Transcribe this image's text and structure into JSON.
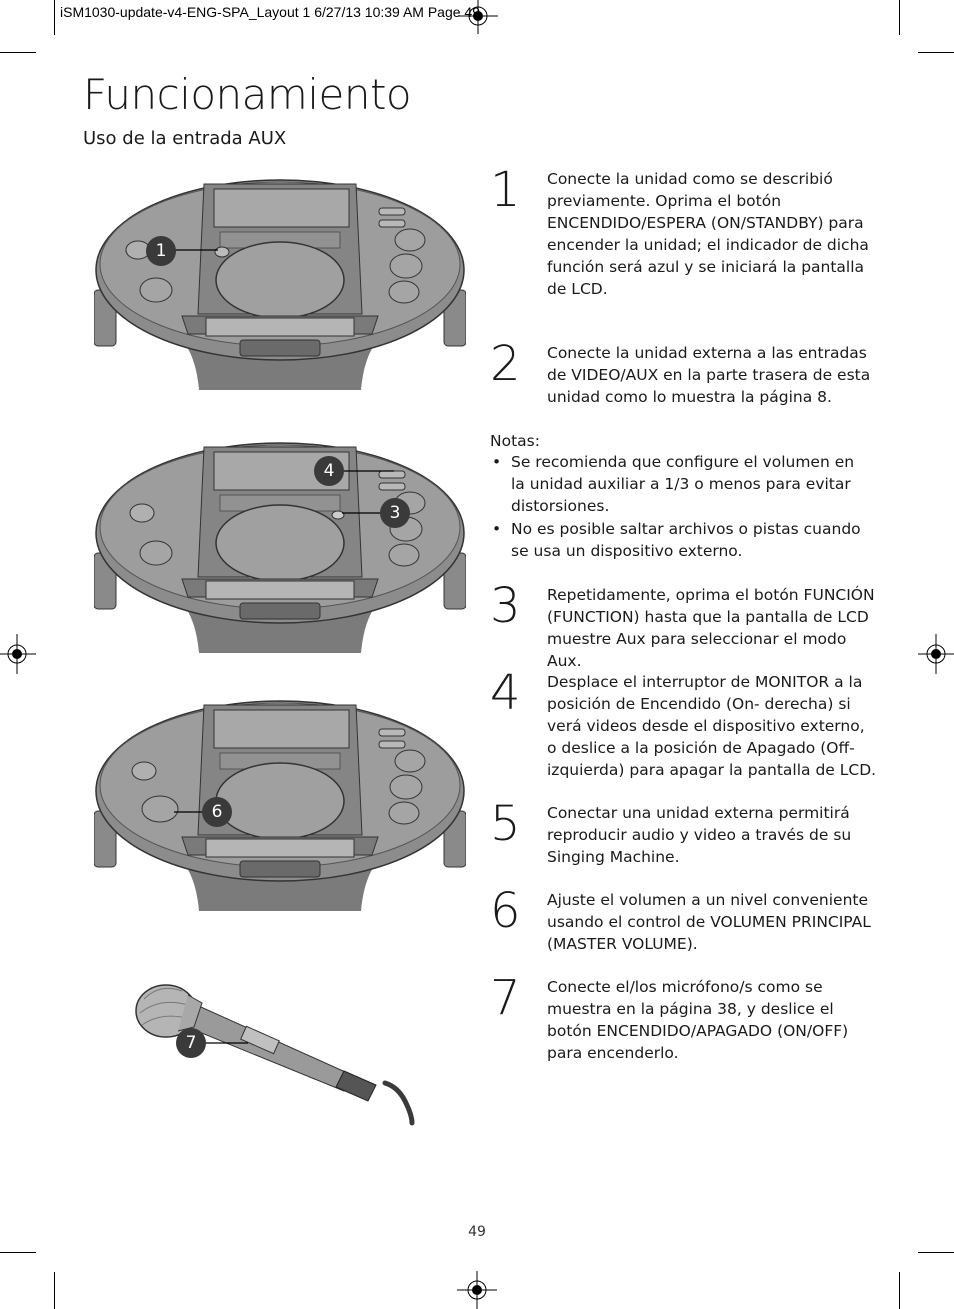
{
  "slug_line": "iSM1030-update-v4-ENG-SPA_Layout 1  6/27/13  10:39 AM  Page 49",
  "page": {
    "title": "Funcionamiento",
    "subtitle": "Uso de la entrada AUX",
    "page_number": "49"
  },
  "steps": [
    {
      "num": "1",
      "text": "Conecte la unidad como se describió previamente. Oprima el botón ENCENDIDO/ESPERA (ON/STANDBY) para encender la unidad; el indicador de dicha función será azul y se iniciará la pantalla de LCD."
    },
    {
      "num": "2",
      "text": "Conecte la unidad externa a las entradas de VIDEO/AUX en la parte trasera de esta unidad como lo muestra la página 8."
    },
    {
      "num": "3",
      "text": "Repetidamente, oprima el botón FUNCIÓN (FUNCTION) hasta que la pantalla de LCD muestre Aux para seleccionar el modo Aux."
    },
    {
      "num": "4",
      "text": "Desplace el interruptor de MONITOR a la posición de Encendido (On- derecha) si verá videos desde el dispositivo externo, o deslice a la posición de Apagado (Off- izquierda) para apagar la pantalla de LCD."
    },
    {
      "num": "5",
      "text": "Conectar una unidad externa permitirá reproducir audio y video a través de su Singing Machine."
    },
    {
      "num": "6",
      "text": "Ajuste el volumen a un nivel conveniente usando el control de VOLUMEN PRINCIPAL (MASTER VOLUME)."
    },
    {
      "num": "7",
      "text": "Conecte el/los micrófono/s como se muestra en la página 38, y deslice el botón ENCENDIDO/APAGADO (ON/OFF) para encenderlo."
    }
  ],
  "notes": {
    "heading": "Notas:",
    "items": [
      "Se recomienda que configure el volumen en la unidad auxiliar a 1/3 o menos para evitar distorsiones.",
      "No es posible saltar archivos o pistas cuando se usa un dispositivo externo."
    ]
  },
  "callouts": {
    "fig1": [
      "1"
    ],
    "fig2": [
      "4",
      "3"
    ],
    "fig3": [
      "6"
    ],
    "fig4": [
      "7"
    ]
  }
}
